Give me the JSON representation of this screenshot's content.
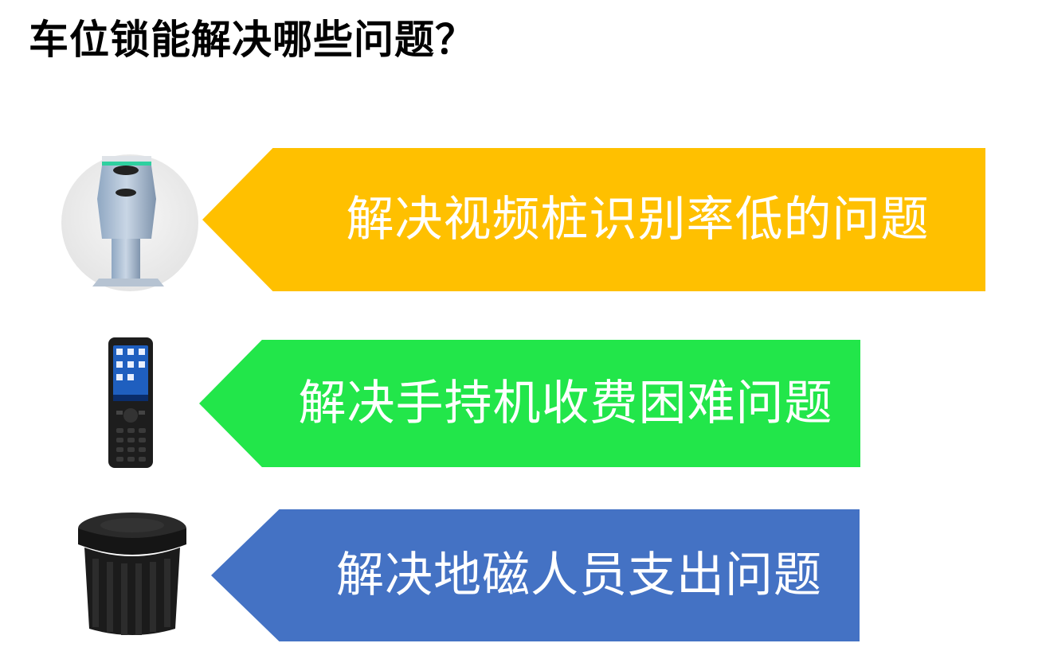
{
  "title": "车位锁能解决哪些问题？",
  "items": [
    {
      "label": "解决视频桩识别率低的问题",
      "color": "#FFC000",
      "icon": "video-pile-camera-icon"
    },
    {
      "label": "解决手持机收费困难问题",
      "color": "#22E64A",
      "icon": "handheld-terminal-icon"
    },
    {
      "label": "解决地磁人员支出问题",
      "color": "#4472C4",
      "icon": "geomagnetic-sensor-icon"
    }
  ]
}
